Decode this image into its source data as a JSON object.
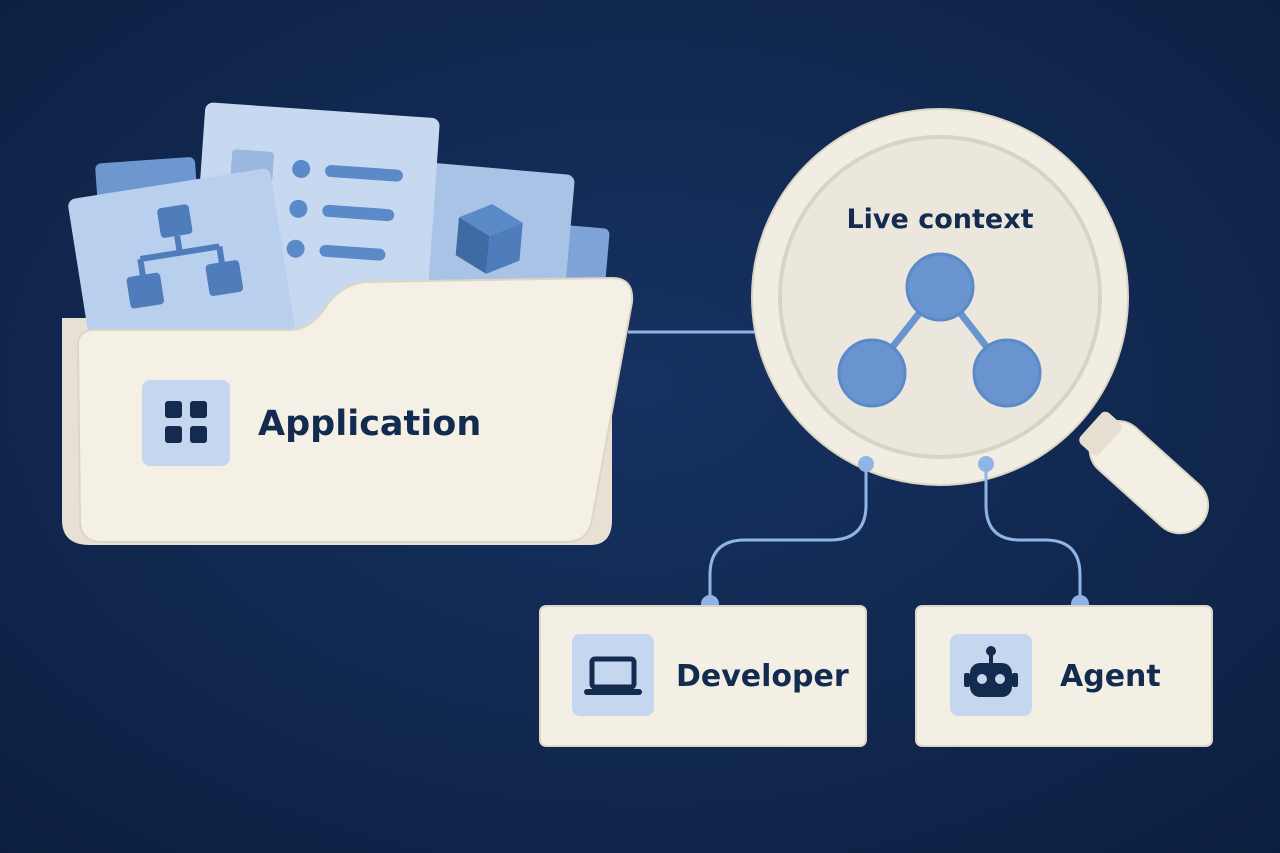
{
  "colors": {
    "background": "#10274b",
    "paper": "#f3efe4",
    "card_blue": "#c5d7ef",
    "accent_blue": "#5b8ac9",
    "dark_blue": "#3f6aa3",
    "text": "#132b4f",
    "connector": "#8fb4e6"
  },
  "folder": {
    "label": "Application",
    "icon": "app-grid-icon",
    "documents": [
      "hierarchy-icon",
      "list-icon",
      "cube-icon"
    ]
  },
  "lens": {
    "label": "Live context",
    "icon": "graph-network-icon"
  },
  "nodes": [
    {
      "label": "Developer",
      "icon": "laptop-icon"
    },
    {
      "label": "Agent",
      "icon": "robot-icon"
    }
  ]
}
